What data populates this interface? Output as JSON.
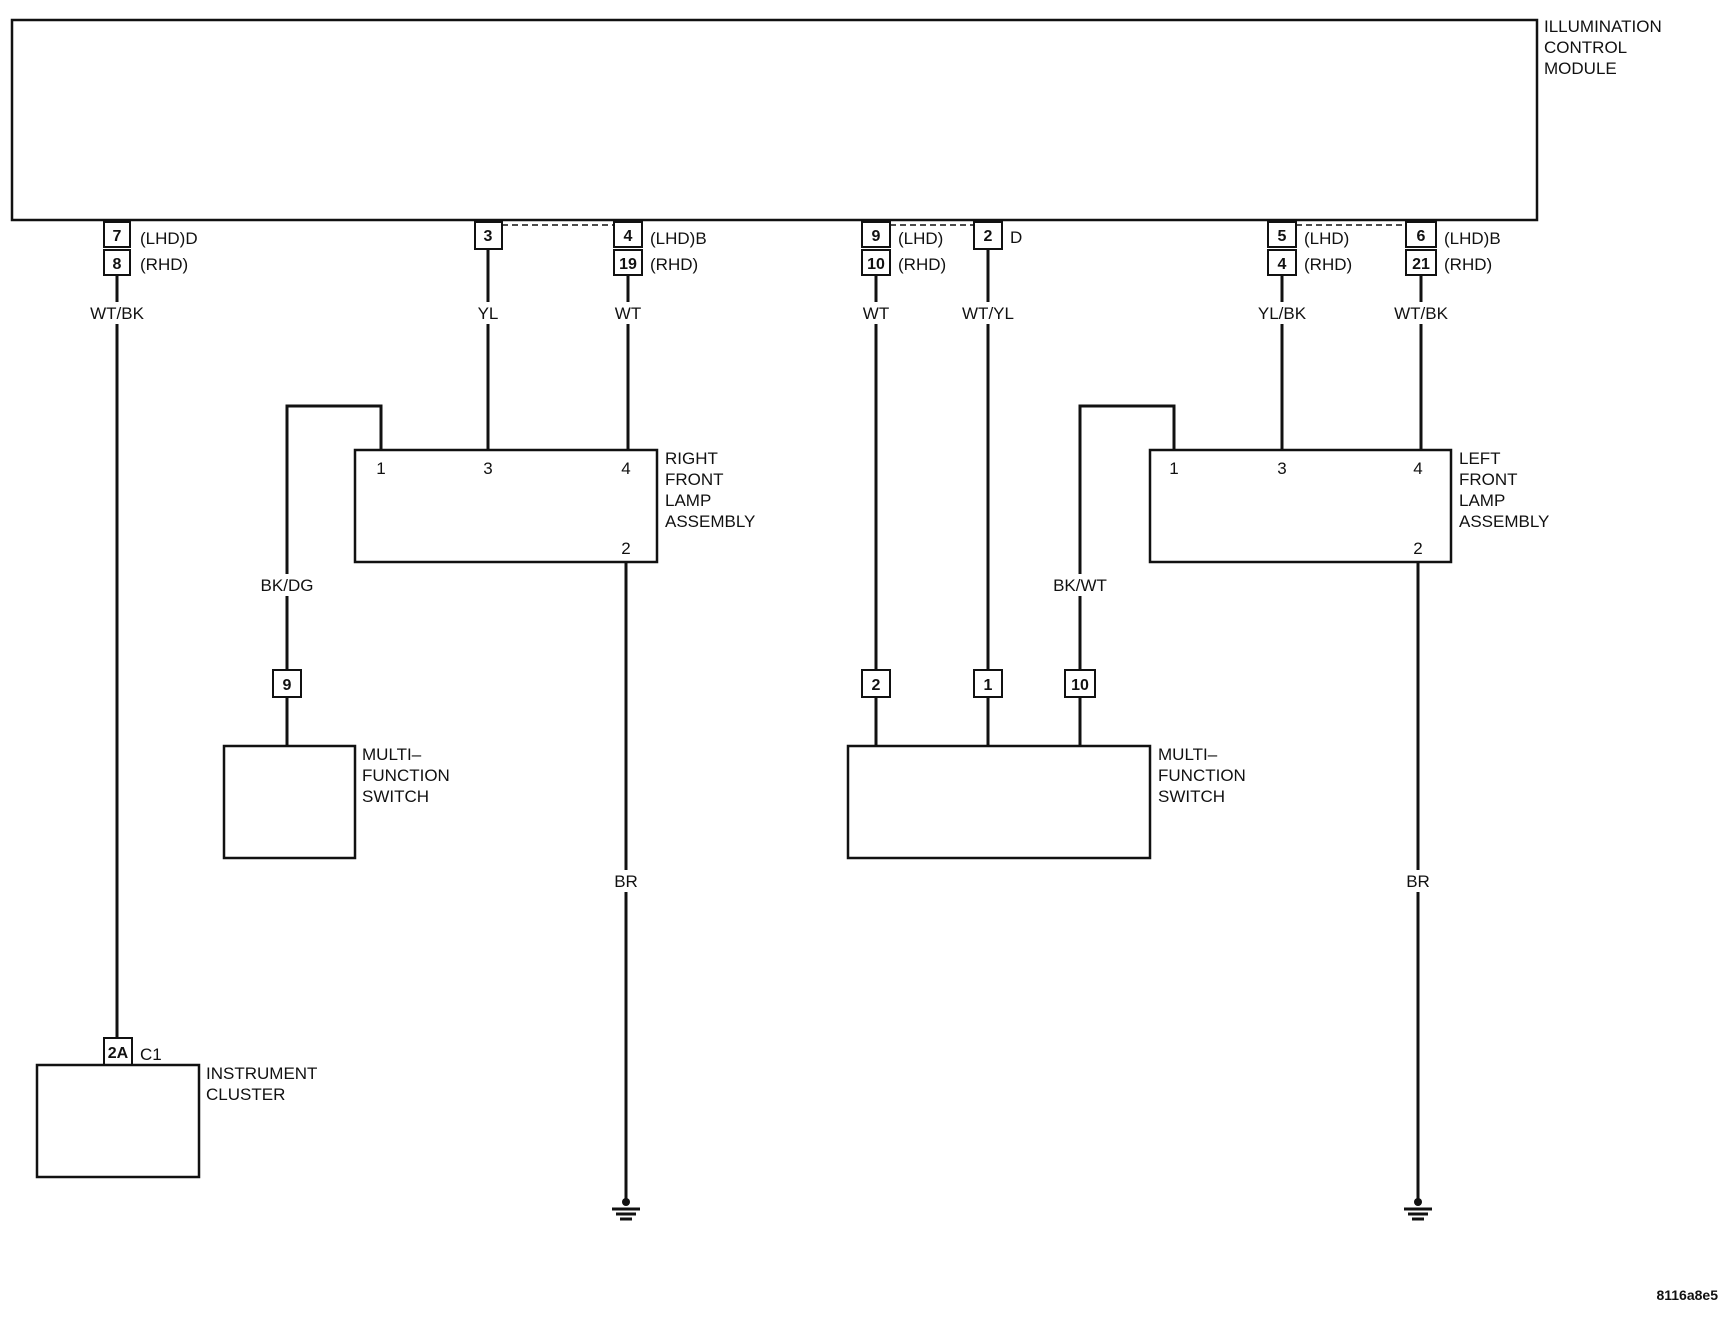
{
  "components": {
    "icm": [
      "ILLUMINATION",
      "CONTROL",
      "MODULE"
    ],
    "rf_lamp": [
      "RIGHT",
      "FRONT",
      "LAMP",
      "ASSEMBLY"
    ],
    "lf_lamp": [
      "LEFT",
      "FRONT",
      "LAMP",
      "ASSEMBLY"
    ],
    "mfs_left": [
      "MULTI–",
      "FUNCTION",
      "SWITCH"
    ],
    "mfs_right": [
      "MULTI–",
      "FUNCTION",
      "SWITCH"
    ],
    "cluster": [
      "INSTRUMENT",
      "CLUSTER"
    ]
  },
  "icm_pins": {
    "p7": "7",
    "p7_label": "(LHD)D",
    "p8": "8",
    "p8_label": "(RHD)",
    "p3": "3",
    "p4": "4",
    "p4_label": "(LHD)B",
    "p19": "19",
    "p19_label": "(RHD)",
    "p9": "9",
    "p9_label": "(LHD)",
    "p10": "10",
    "p10_label": "(RHD)",
    "p2": "2",
    "p2_label": "D",
    "p5": "5",
    "p5_label": "(LHD)",
    "p4b": "4",
    "p4b_label": "(RHD)",
    "p6": "6",
    "p6_label": "(LHD)B",
    "p21": "21",
    "p21_label": "(RHD)"
  },
  "wires": {
    "w1": "WT/BK",
    "w2": "YL",
    "w3": "WT",
    "w4": "WT",
    "w5": "WT/YL",
    "w6": "YL/BK",
    "w7": "WT/BK",
    "w8": "BK/DG",
    "w9": "BK/WT",
    "w10": "BR",
    "w11": "BR"
  },
  "lamp_pins": {
    "rf_1": "1",
    "rf_3": "3",
    "rf_4": "4",
    "rf_2": "2",
    "lf_1": "1",
    "lf_3": "3",
    "lf_4": "4",
    "lf_2": "2"
  },
  "switch_pins": {
    "ml_9": "9",
    "mr_2": "2",
    "mr_1": "1",
    "mr_10": "10"
  },
  "cluster_pin": {
    "pin": "2A",
    "connector": "C1"
  },
  "figure_id": "8116a8e5"
}
